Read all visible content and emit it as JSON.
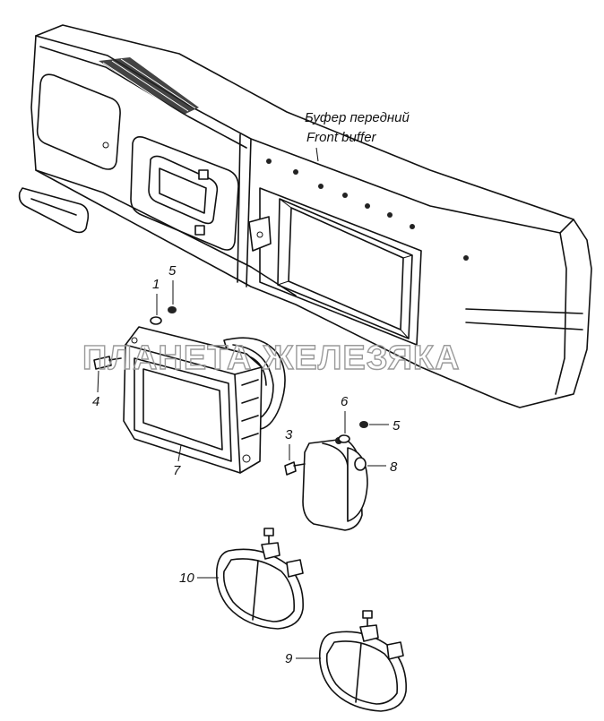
{
  "title": {
    "ru": "Буфер передний",
    "en": "Front buffer"
  },
  "watermark": "ПЛАНЕТА ЖЕЛЕЗЯКА",
  "callouts": {
    "c1": "1",
    "c5a": "5",
    "c4": "4",
    "c7": "7",
    "c3": "3",
    "c6": "6",
    "c5b": "5",
    "c8": "8",
    "c10": "10",
    "c9": "9"
  }
}
